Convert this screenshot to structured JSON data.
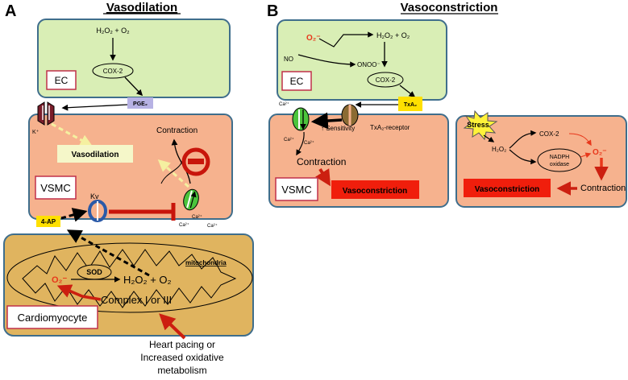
{
  "panels": {
    "a": {
      "letter": "A",
      "title": "Vasodilation",
      "ec_label": "EC",
      "h2o2_o2": "H₂O₂ + O₂",
      "cox2": "COX-2",
      "pge2": "PGE₂",
      "kplus": "K⁺",
      "vasodilation": "Vasodilation",
      "contraction": "Contraction",
      "vsmc_label": "VSMC",
      "kv": "Kv",
      "four_ap": "4-AP",
      "ca_1": "Ca²⁺",
      "ca_2": "Ca²⁺",
      "ca_3": "Ca²⁺",
      "sod": "SOD",
      "mitochondria": "mitochondria",
      "o2_radical": "O₂⁻",
      "mito_h2o2": "H₂O₂ + O₂",
      "complex": "Complex I or III",
      "cardiomyocyte": "Cardiomyocyte",
      "heart_pacing_line1": "Heart pacing or",
      "heart_pacing_line2": "Increased oxidative",
      "heart_pacing_line3": "metabolism"
    },
    "b": {
      "letter": "B",
      "title": "Vasoconstriction",
      "o2_radical": "O₂⁻",
      "h2o2_o2": "H₂O₂ + O₂",
      "no": "NO",
      "onoo": "ONOO⁻",
      "cox2": "COX-2",
      "ec_label": "EC",
      "txa2": "TxA₂",
      "ca_top": "Ca²⁺",
      "sensitivity": "↑ Sensitivity",
      "txa2_receptor": "TxA₂-receptor",
      "ca_mid1": "Ca²⁺",
      "ca_mid2": "Ca²⁺",
      "contraction": "Contraction",
      "vsmc_label": "VSMC",
      "vasoconstriction": "Vasoconstriction",
      "stress": "Stress",
      "h2o2": "H₂O₂",
      "cox2_right": "COX-2",
      "nadph_line1": "NADPH",
      "nadph_line2": "oxidase",
      "o2_radical_right": "O₂⁻",
      "vasoconstriction_right": "Vasoconstriction",
      "contraction_right": "Contraction"
    }
  },
  "colors": {
    "ec_fill": "#d9eeb5",
    "vsmc_fill": "#f6b28e",
    "cardio_fill": "#e0b45f",
    "box_border": "#3f6e8c",
    "label_border": "#c0304a",
    "red_arrow": "#cc1f10",
    "vasoconstriction_fill": "#f01e0c",
    "yellow_tag": "#ffe000",
    "pge2_tag": "#b7b2e4",
    "vasodilation_tag": "#f5f7c9"
  }
}
